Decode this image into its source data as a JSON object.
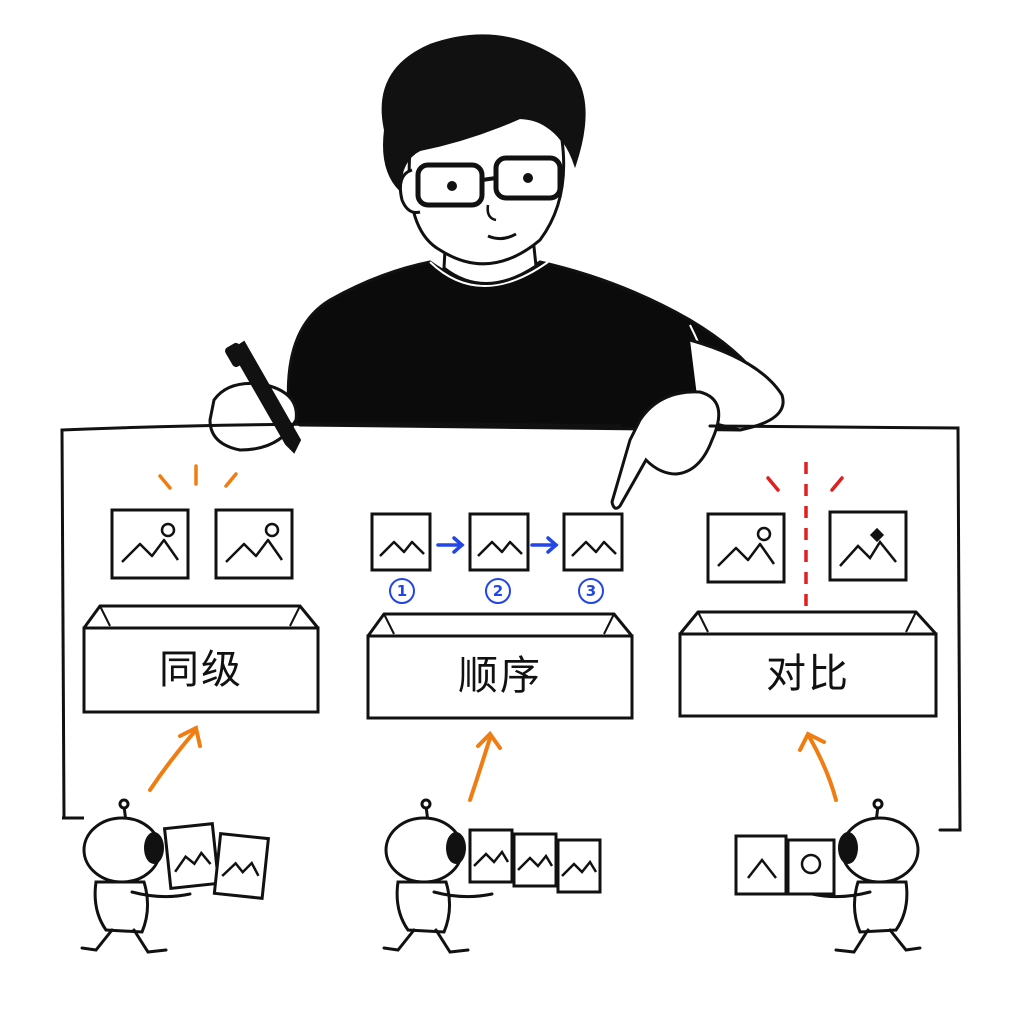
{
  "boxes": [
    {
      "label": "同级"
    },
    {
      "label": "顺序"
    },
    {
      "label": "对比"
    }
  ],
  "steps": [
    "1",
    "2",
    "3"
  ],
  "colors": {
    "ink": "#111111",
    "accent_orange": "#f07d12",
    "accent_blue": "#2346e6",
    "accent_red": "#e02020"
  },
  "icons": [
    "person-illustration",
    "pen-icon",
    "image-card-icon",
    "robot-icon",
    "arrow-up-icon",
    "arrow-right-icon",
    "divider-dashed-line"
  ]
}
